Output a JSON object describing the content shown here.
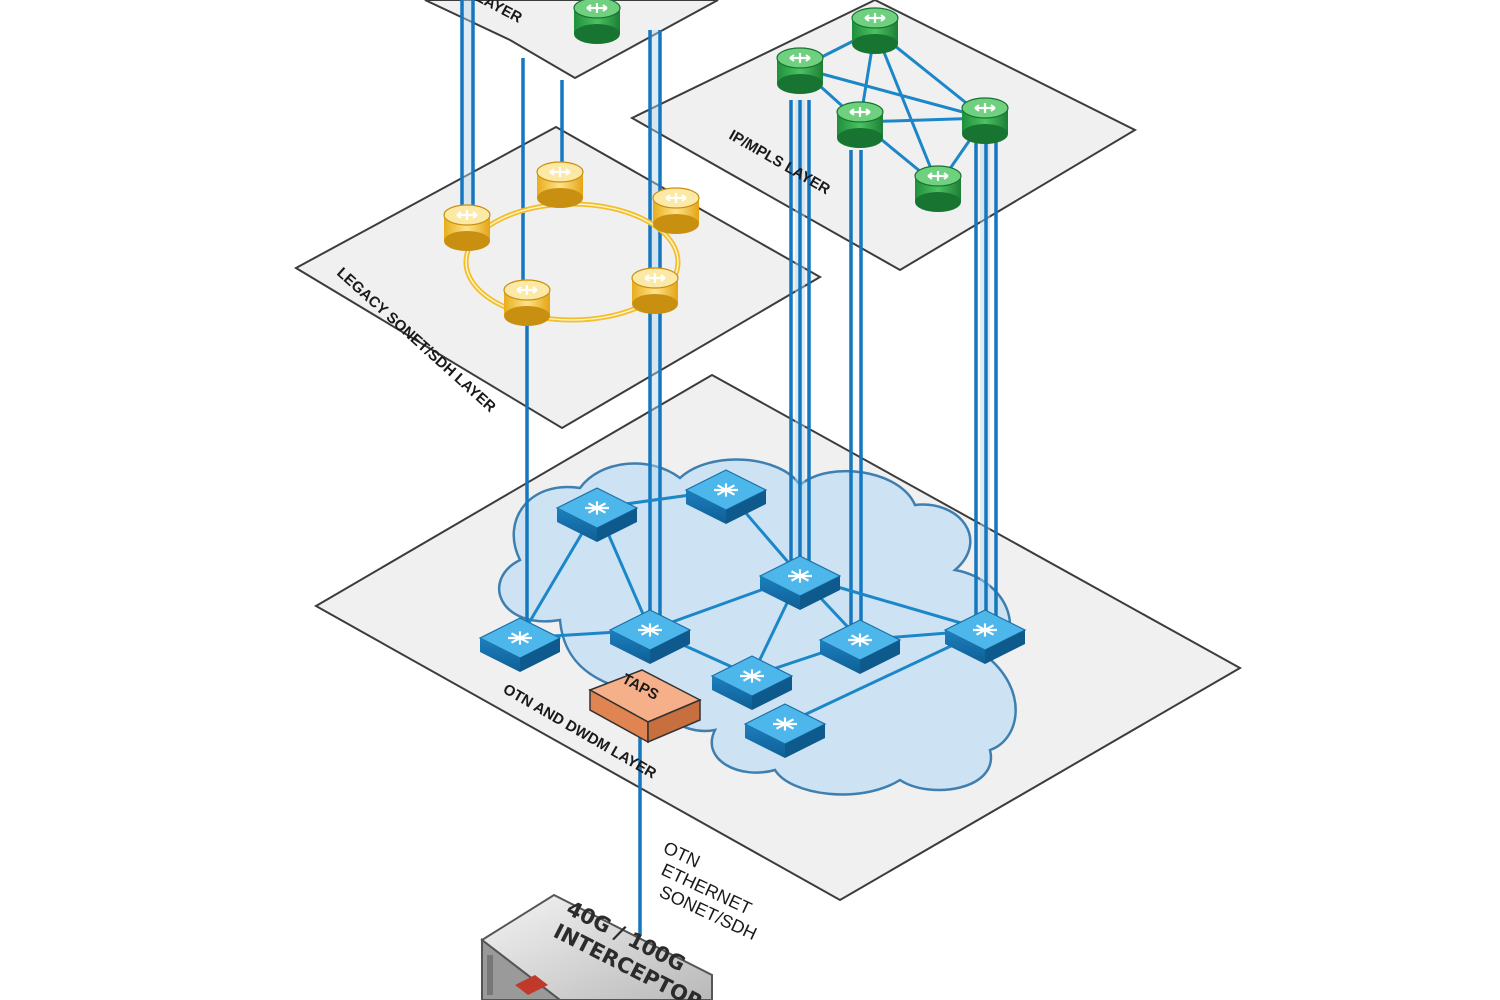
{
  "layers": {
    "top_partial": "LAYER",
    "ip_mpls": "IP/MPLS LAYER",
    "sonet": "LEGACY SONET/SDH LAYER",
    "otn": "OTN AND DWDM LAYER"
  },
  "taps": "TAPS",
  "protocols": [
    "OTN",
    "ETHERNET",
    "SONET/SDH"
  ],
  "interceptor": {
    "line1": "40G / 100G",
    "line2": "INTERCEPTOR"
  },
  "colors": {
    "link": "#1b87c9",
    "router_green": "#2da84a",
    "adm_yellow": "#f4c430",
    "switch_blue": "#3aa8e0",
    "taps_orange": "#f29a6a",
    "cloud": "#cde3f3"
  },
  "icons": {
    "ip_router": "green-router-icon",
    "sonet_adm": "yellow-adm-icon",
    "otn_switch": "blue-switch-icon",
    "tap": "taps-box",
    "interceptor": "interceptor-appliance"
  }
}
